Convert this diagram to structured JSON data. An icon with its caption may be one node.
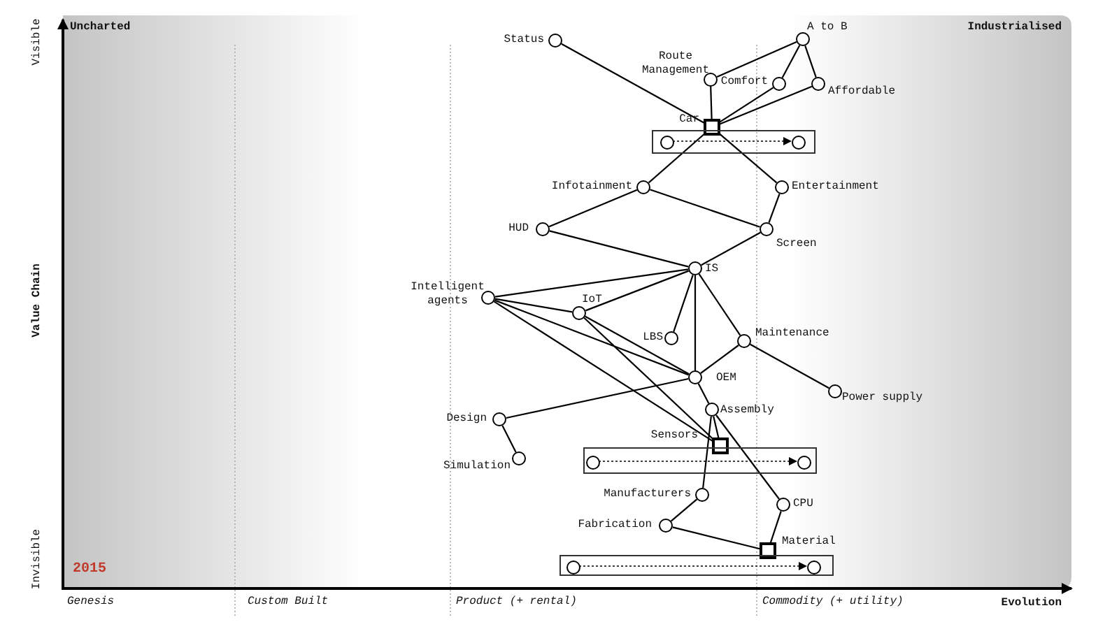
{
  "diagram": {
    "nodes": [
      {
        "text": [
          "Status"
        ]
      },
      {
        "text": [
          "A to B"
        ]
      },
      {
        "text": [
          "Route Management"
        ]
      },
      {
        "text": [
          "Comfort"
        ]
      },
      {
        "text": [
          "Affordable"
        ]
      },
      {
        "text": [
          "Car"
        ]
      },
      {
        "text": [],
        "shape": "box"
      },
      {
        "text": [],
        "shape": "circle",
        "in": 6
      },
      {
        "text": [],
        "shape": "circle",
        "in": 6
      },
      {
        "text": [
          "Infotainment"
        ]
      },
      {
        "text": [
          "Entertainment"
        ]
      },
      {
        "text": [
          "HUD"
        ]
      },
      {
        "text": [
          "Screen"
        ]
      },
      {
        "text": [
          "IS"
        ]
      },
      {
        "text": [
          "Intelligent agents"
        ]
      },
      {
        "text": [
          "IoT"
        ]
      },
      {
        "text": [
          "LBS"
        ]
      },
      {
        "text": [
          "Maintenance"
        ]
      },
      {
        "text": [
          "OEM"
        ]
      },
      {
        "text": [
          "Power supply"
        ]
      },
      {
        "text": [
          "Assembly"
        ]
      },
      {
        "text": [
          "Design"
        ]
      },
      {
        "text": [
          "Sensors"
        ]
      },
      {
        "text": [],
        "shape": "box"
      },
      {
        "text": [],
        "shape": "circle",
        "in": 23
      },
      {
        "text": [],
        "shape": "circle",
        "in": 23
      },
      {
        "text": [
          "Simulation"
        ]
      },
      {
        "text": [
          "Manufacturers"
        ]
      },
      {
        "text": [
          "CPU"
        ]
      },
      {
        "text": [
          "Fabrication"
        ]
      },
      {
        "text": [
          "Material"
        ]
      },
      {
        "text": [],
        "shape": "box"
      },
      {
        "text": [],
        "shape": "circle",
        "in": 31
      },
      {
        "text": [],
        "shape": "circle",
        "in": 31
      }
    ],
    "edges": [
      {
        "from": 0,
        "to": 5,
        "arrow": "none"
      },
      {
        "from": 1,
        "to": 2,
        "arrow": "none"
      },
      {
        "from": 1,
        "to": 3,
        "arrow": "none"
      },
      {
        "from": 1,
        "to": 4,
        "arrow": "none"
      },
      {
        "from": 2,
        "to": 5,
        "arrow": "none"
      },
      {
        "from": 3,
        "to": 5,
        "arrow": "none"
      },
      {
        "from": 4,
        "to": 5,
        "arrow": "none"
      },
      {
        "from": 7,
        "to": 8,
        "arrow": "to",
        "style": "dashed"
      },
      {
        "from": 5,
        "to": 9,
        "arrow": "none"
      },
      {
        "from": 5,
        "to": 10,
        "arrow": "none"
      },
      {
        "from": 9,
        "to": 11,
        "arrow": "none"
      },
      {
        "from": 9,
        "to": 12,
        "arrow": "none"
      },
      {
        "from": 10,
        "to": 12,
        "arrow": "none"
      },
      {
        "from": 11,
        "to": 13,
        "arrow": "none"
      },
      {
        "from": 12,
        "to": 13,
        "arrow": "none"
      },
      {
        "from": 13,
        "to": 14,
        "arrow": "none"
      },
      {
        "from": 13,
        "to": 15,
        "arrow": "none"
      },
      {
        "from": 13,
        "to": 16,
        "arrow": "none"
      },
      {
        "from": 13,
        "to": 17,
        "arrow": "none"
      },
      {
        "from": 13,
        "to": 18,
        "arrow": "none"
      },
      {
        "from": 14,
        "to": 15,
        "arrow": "none"
      },
      {
        "from": 14,
        "to": 18,
        "arrow": "none"
      },
      {
        "from": 14,
        "to": 22,
        "arrow": "none"
      },
      {
        "from": 15,
        "to": 18,
        "arrow": "none"
      },
      {
        "from": 15,
        "to": 22,
        "arrow": "none"
      },
      {
        "from": 17,
        "to": 18,
        "arrow": "none"
      },
      {
        "from": 17,
        "to": 19,
        "arrow": "none"
      },
      {
        "from": 18,
        "to": 20,
        "arrow": "none"
      },
      {
        "from": 18,
        "to": 21,
        "arrow": "none"
      },
      {
        "from": 21,
        "to": 26,
        "arrow": "none"
      },
      {
        "from": 20,
        "to": 22,
        "arrow": "none"
      },
      {
        "from": 24,
        "to": 25,
        "arrow": "to",
        "style": "dashed"
      },
      {
        "from": 20,
        "to": 27,
        "arrow": "none"
      },
      {
        "from": 20,
        "to": 28,
        "arrow": "none"
      },
      {
        "from": 27,
        "to": 29,
        "arrow": "none"
      },
      {
        "from": 29,
        "to": 30,
        "arrow": "none"
      },
      {
        "from": 28,
        "to": 30,
        "arrow": "none"
      },
      {
        "from": 32,
        "to": 33,
        "arrow": "to",
        "style": "dashed"
      }
    ],
    "labels": [
      "Uncharted",
      "Industrialised",
      "Visible",
      "Value Chain",
      "Invisible",
      "2015",
      "Genesis",
      "Custom Built",
      "Product (+ rental)",
      "Commodity (+ utility)",
      "Evolution"
    ]
  }
}
